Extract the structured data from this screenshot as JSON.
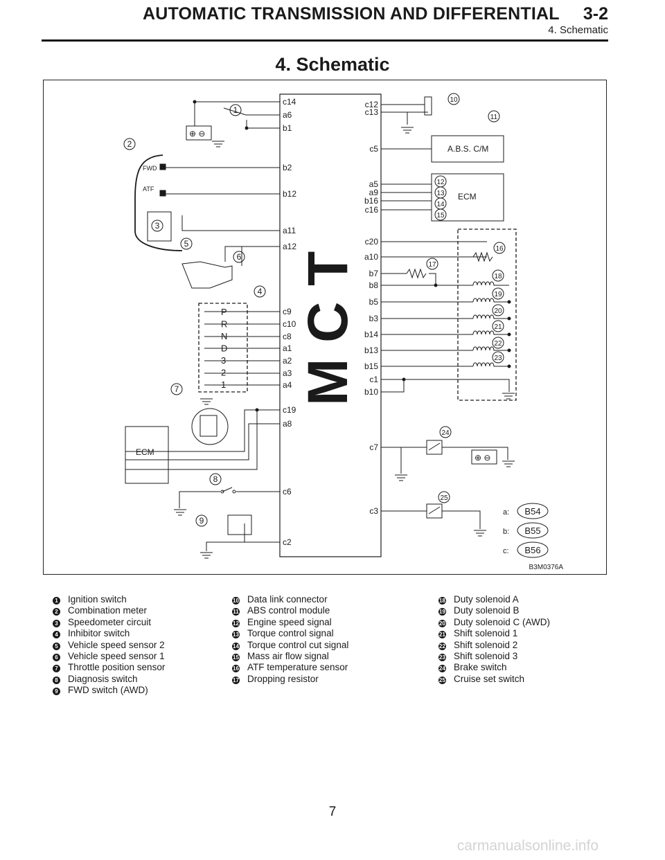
{
  "header": {
    "section_title": "AUTOMATIC TRANSMISSION AND DIFFERENTIAL",
    "section_code": "3-2",
    "subsection": "4. Schematic"
  },
  "page_title": "4. Schematic",
  "diagram": {
    "tcm_label": "TCM",
    "figure_id": "B3M0376A",
    "left_pins": [
      "c14",
      "a6",
      "b1",
      "b2",
      "b12",
      "a11",
      "a12",
      "c9",
      "c10",
      "c8",
      "a1",
      "a2",
      "a3",
      "a4",
      "c19",
      "a8",
      "c6",
      "c2"
    ],
    "right_pins": [
      "c12",
      "c13",
      "c5",
      "a5",
      "a9",
      "b16",
      "c16",
      "c20",
      "a10",
      "b7",
      "b8",
      "b5",
      "b3",
      "b14",
      "b13",
      "b15",
      "c1",
      "b10",
      "c7",
      "c3"
    ],
    "labels": {
      "abs": "A.B.S. C/M",
      "ecm_right": "ECM",
      "ecm_left": "ECM",
      "fwd": "FWD",
      "atf": "ATF",
      "battery": "⊕ ⊖"
    },
    "shift_positions": [
      "P",
      "R",
      "N",
      "D",
      "3",
      "2",
      "1"
    ],
    "callouts": [
      "1",
      "2",
      "3",
      "4",
      "5",
      "6",
      "7",
      "8",
      "9",
      "10",
      "11",
      "12",
      "13",
      "14",
      "15",
      "16",
      "17",
      "18",
      "19",
      "20",
      "21",
      "22",
      "23",
      "24",
      "25"
    ],
    "connectors": [
      {
        "prefix": "a:",
        "code": "B54"
      },
      {
        "prefix": "b:",
        "code": "B55"
      },
      {
        "prefix": "c:",
        "code": "B56"
      }
    ]
  },
  "legend": {
    "col1": [
      {
        "n": "1",
        "t": "Ignition switch"
      },
      {
        "n": "2",
        "t": "Combination meter"
      },
      {
        "n": "3",
        "t": "Speedometer circuit"
      },
      {
        "n": "4",
        "t": "Inhibitor switch"
      },
      {
        "n": "5",
        "t": "Vehicle speed sensor 2"
      },
      {
        "n": "6",
        "t": "Vehicle speed sensor 1"
      },
      {
        "n": "7",
        "t": "Throttle position sensor"
      },
      {
        "n": "8",
        "t": "Diagnosis switch"
      },
      {
        "n": "9",
        "t": "FWD switch (AWD)"
      }
    ],
    "col2": [
      {
        "n": "10",
        "t": "Data link connector"
      },
      {
        "n": "11",
        "t": "ABS control module"
      },
      {
        "n": "12",
        "t": "Engine speed signal"
      },
      {
        "n": "13",
        "t": "Torque control signal"
      },
      {
        "n": "14",
        "t": "Torque control cut signal"
      },
      {
        "n": "15",
        "t": "Mass air flow signal"
      },
      {
        "n": "16",
        "t": "ATF temperature sensor"
      },
      {
        "n": "17",
        "t": "Dropping resistor"
      }
    ],
    "col3": [
      {
        "n": "18",
        "t": "Duty solenoid A"
      },
      {
        "n": "19",
        "t": "Duty solenoid B"
      },
      {
        "n": "20",
        "t": "Duty solenoid C (AWD)"
      },
      {
        "n": "21",
        "t": "Shift solenoid 1"
      },
      {
        "n": "22",
        "t": "Shift solenoid 2"
      },
      {
        "n": "23",
        "t": "Shift solenoid 3"
      },
      {
        "n": "24",
        "t": "Brake switch"
      },
      {
        "n": "25",
        "t": "Cruise set switch"
      }
    ]
  },
  "page_number": "7",
  "watermark": "carmanualsonline.info"
}
